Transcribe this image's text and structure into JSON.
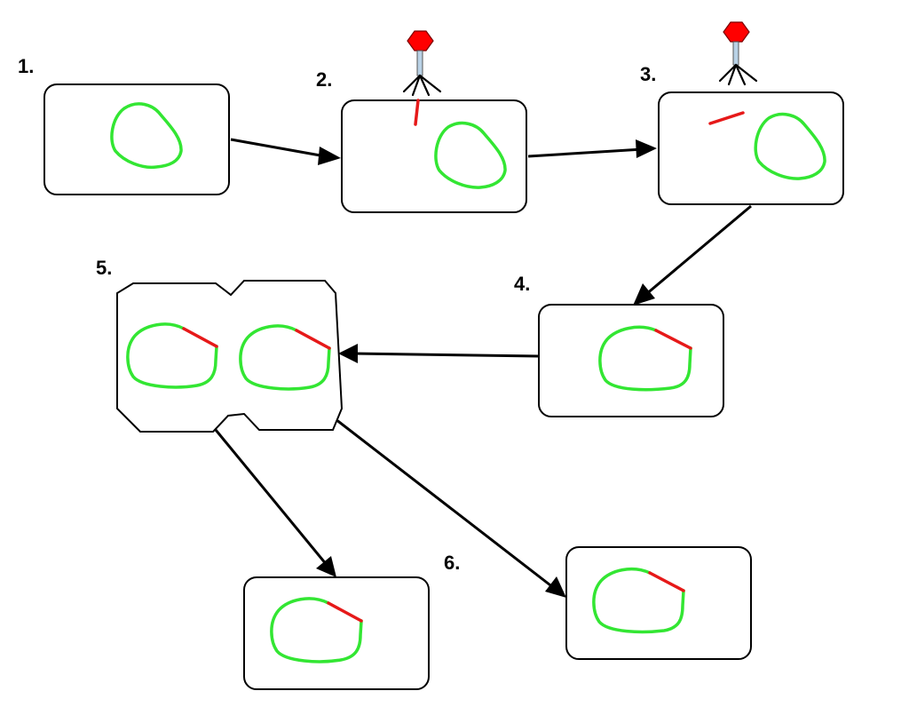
{
  "diagram": {
    "steps": [
      {
        "id": "step-1",
        "label": "1."
      },
      {
        "id": "step-2",
        "label": "2."
      },
      {
        "id": "step-3",
        "label": "3."
      },
      {
        "id": "step-4",
        "label": "4."
      },
      {
        "id": "step-5",
        "label": "5."
      },
      {
        "id": "step-6",
        "label": "6."
      }
    ],
    "colors": {
      "bacterial_dna": "#33e633",
      "viral_dna": "#e61919",
      "phage_head": "#ff0000",
      "cell_outline": "#000000"
    },
    "icons": [
      "bacteriophage-icon",
      "bacterial-chromosome-icon",
      "viral-dna-icon"
    ]
  }
}
